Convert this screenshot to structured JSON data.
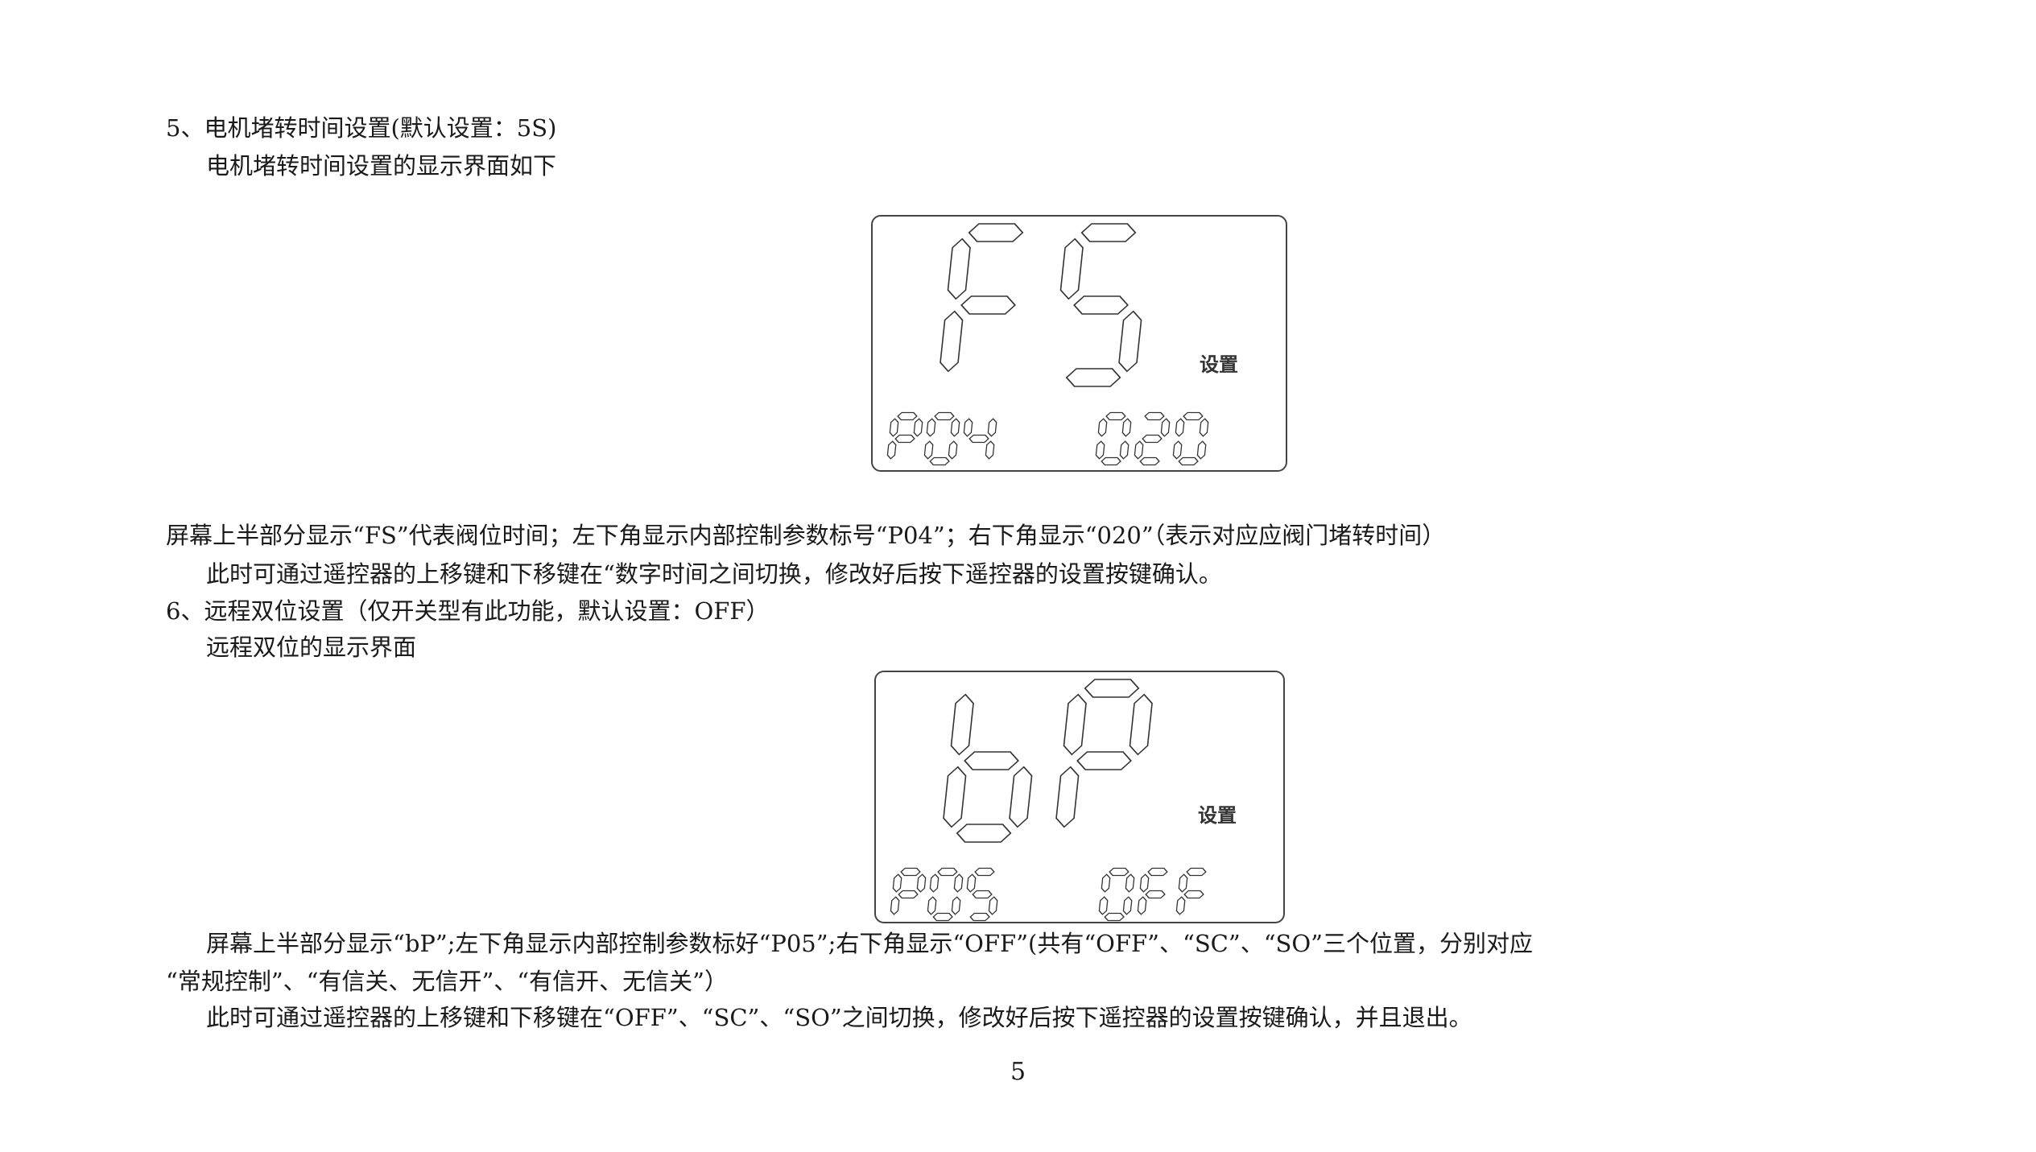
{
  "section5": {
    "heading": "5、电机堵转时间设置(默认设置：5S)",
    "intro": "电机堵转时间设置的显示界面如下",
    "lcd": {
      "main": "FS",
      "label": "设置",
      "param": "P04",
      "value": "020"
    },
    "desc": "屏幕上半部分显示“FS”代表阀位时间；左下角显示内部控制参数标号“P04”；右下角显示“020”（表示对应应阀门堵转时间）",
    "instruction": "此时可通过遥控器的上移键和下移键在“数字时间之间切换，修改好后按下遥控器的设置按键确认。"
  },
  "section6": {
    "heading": "6、远程双位设置（仅开关型有此功能，默认设置：OFF）",
    "intro": "远程双位的显示界面",
    "lcd": {
      "main": "bP",
      "label": "设置",
      "param": "P05",
      "value": "OFF"
    },
    "desc_line1": "屏幕上半部分显示“bP”;左下角显示内部控制参数标好“P05”;右下角显示“OFF”(共有“OFF”、“SC”、“SO”三个位置，分别对应",
    "desc_line2": "“常规控制”、“有信关、无信开”、“有信开、无信关”）",
    "instruction": "此时可通过遥控器的上移键和下移键在“OFF”、“SC”、“SO”之间切换，修改好后按下遥控器的设置按键确认，并且退出。"
  },
  "page_number": "5"
}
